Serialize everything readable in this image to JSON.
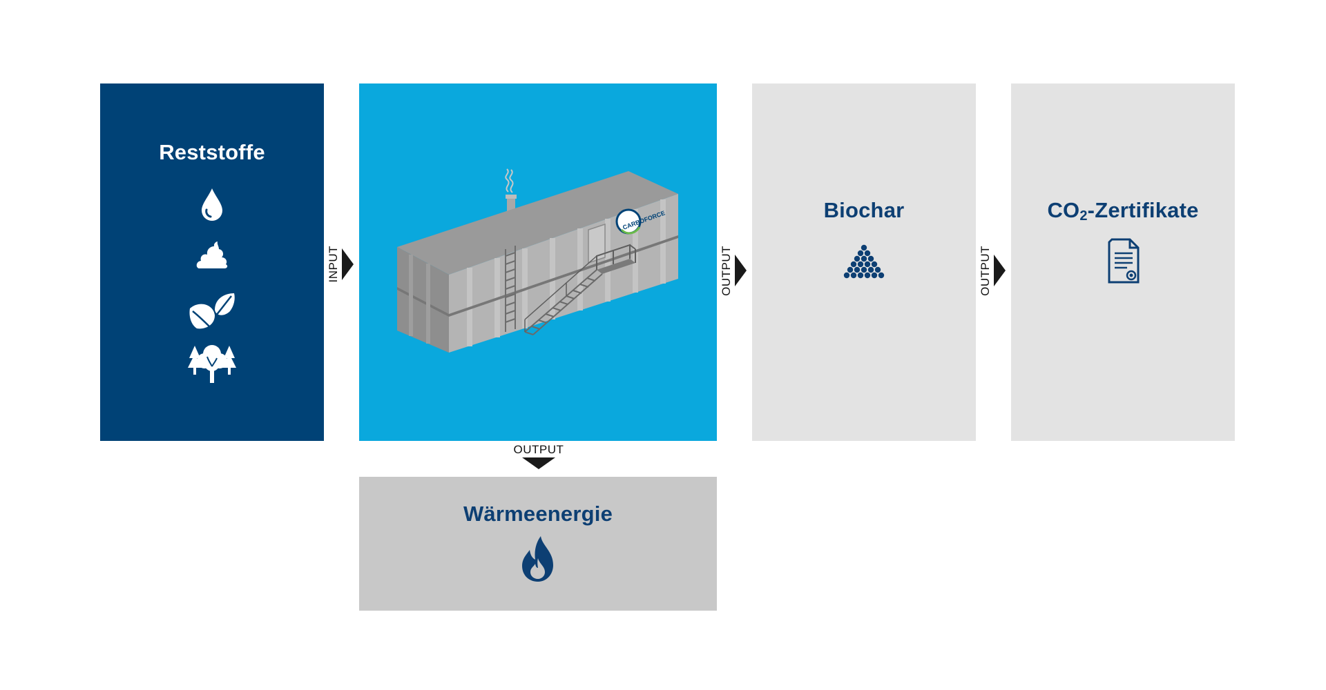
{
  "boxes": {
    "reststoffe": {
      "title": "Reststoffe",
      "icons": [
        "water-drop-icon",
        "manure-icon",
        "leaves-icon",
        "trees-icon"
      ]
    },
    "plant": {
      "logo_text": "CARBOFORCE",
      "illustration": "pyrolysis-container-plant"
    },
    "biochar": {
      "title": "Biochar",
      "icon": "biochar-pile-icon"
    },
    "co2": {
      "title_main": "CO",
      "title_sub": "2",
      "title_rest": "-Zertifikate",
      "icon": "certificate-icon"
    },
    "waerme": {
      "title": "Wärmeenergie",
      "icon": "flame-icon"
    }
  },
  "arrows": {
    "input": "INPUT",
    "output_biochar": "OUTPUT",
    "output_co2": "OUTPUT",
    "output_heat": "OUTPUT"
  },
  "colors": {
    "navy": "#004276",
    "cyan": "#0aa8dd",
    "light_gray": "#e3e3e3",
    "mid_gray": "#c8c8c8",
    "title_navy": "#0d3f73"
  }
}
